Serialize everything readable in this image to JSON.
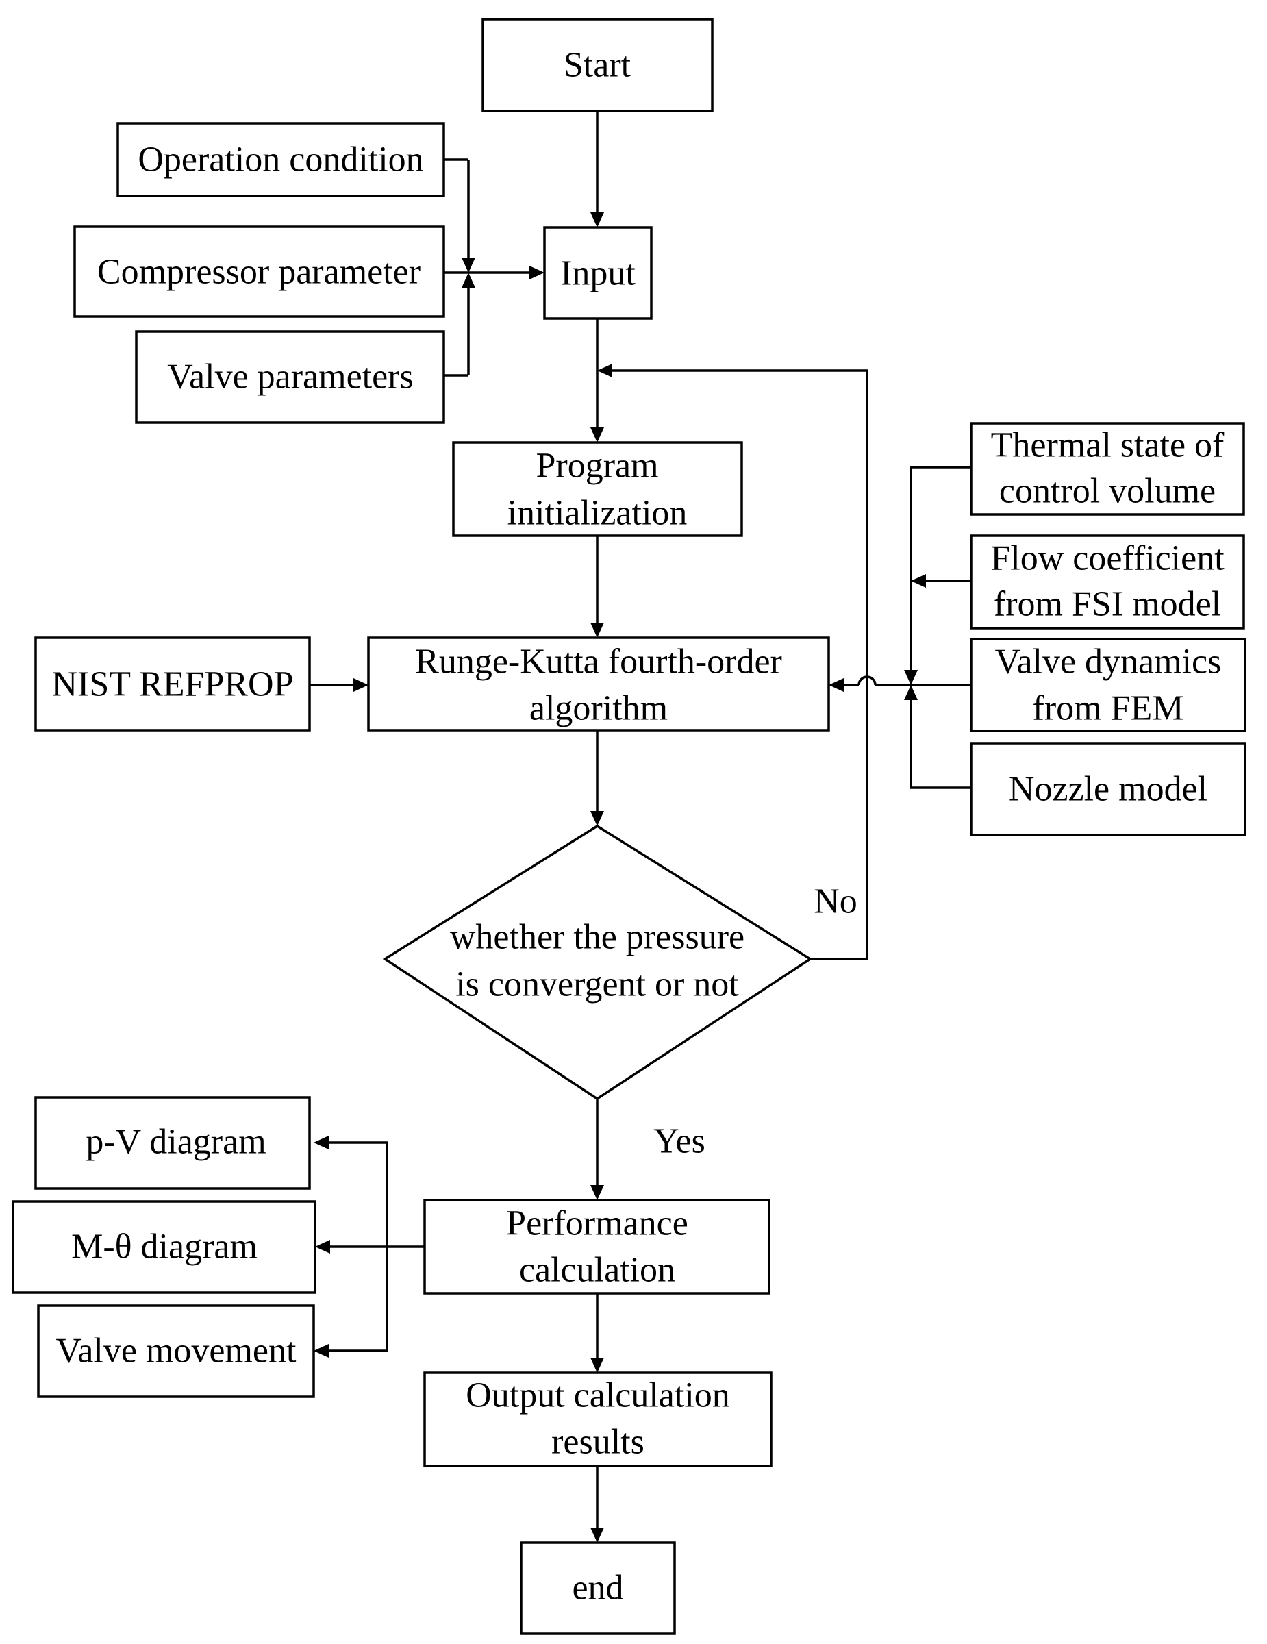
{
  "nodes": {
    "start": "Start",
    "input": "Input",
    "operation_condition": "Operation condition",
    "compressor_parameter": "Compressor parameter",
    "valve_parameters": "Valve parameters",
    "program_init": [
      "Program",
      "initialization"
    ],
    "nist": "NIST REFPROP",
    "runge_kutta": [
      "Runge-Kutta fourth-order",
      "algorithm"
    ],
    "thermal_state": [
      "Thermal state of",
      "control volume"
    ],
    "flow_coefficient": [
      "Flow coefficient",
      "from FSI model"
    ],
    "valve_dynamics": [
      "Valve dynamics",
      "from FEM"
    ],
    "nozzle_model": "Nozzle model",
    "decision": [
      "whether the pressure",
      "is convergent or not"
    ],
    "performance": [
      "Performance",
      "calculation"
    ],
    "pv_diagram": "p-V diagram",
    "m_theta": "M-θ diagram",
    "valve_movement": "Valve movement",
    "output": [
      "Output calculation",
      "results"
    ],
    "end": "end"
  },
  "edge_labels": {
    "no": "No",
    "yes": "Yes"
  }
}
